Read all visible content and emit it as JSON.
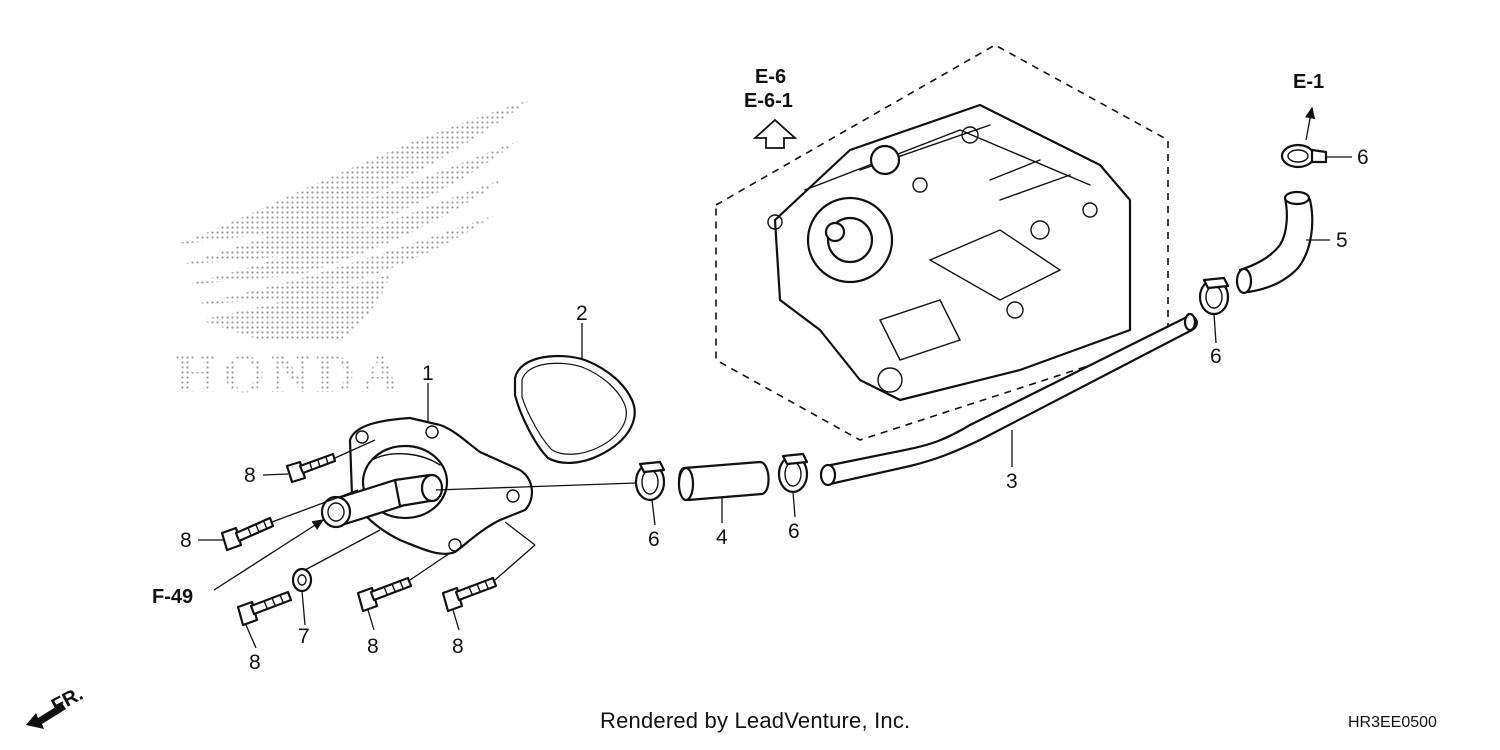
{
  "logo": {
    "brand": "HONDA"
  },
  "refs": {
    "e6": "E-6",
    "e61": "E-6-1",
    "e1": "E-1",
    "f49": "F-49",
    "fr": "FR."
  },
  "callouts": {
    "c1": "1",
    "c2": "2",
    "c3": "3",
    "c4": "4",
    "c5": "5",
    "c6a": "6",
    "c6b": "6",
    "c6c": "6",
    "c6d": "6",
    "c7": "7",
    "c8a": "8",
    "c8b": "8",
    "c8c": "8",
    "c8d": "8",
    "c8e": "8"
  },
  "footer": {
    "credit": "Rendered by LeadVenture, Inc.",
    "code": "HR3EE0500"
  }
}
